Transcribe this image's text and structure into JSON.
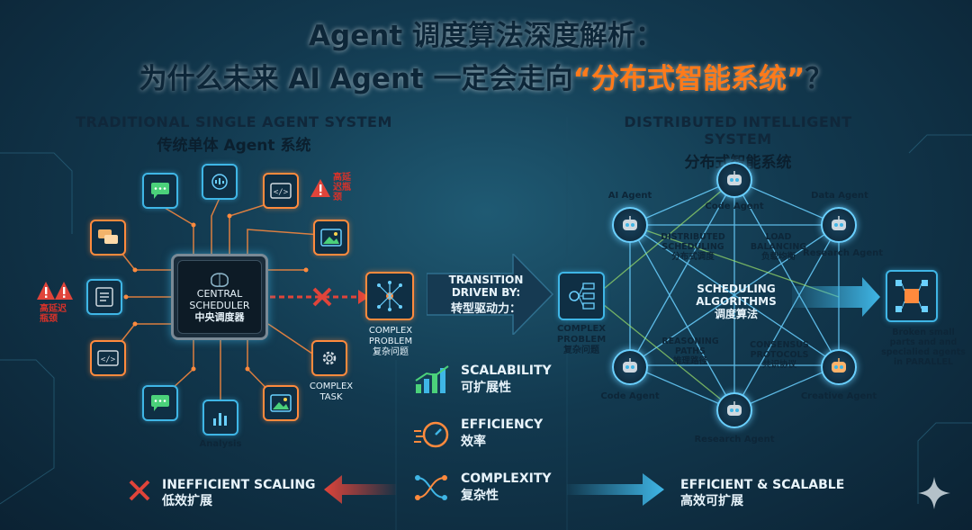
{
  "title": {
    "line1": "Agent 调度算法深度解析：",
    "line2_prefix": "为什么未来 AI Agent 一定会走向",
    "line2_highlight": "“分布式智能系统”",
    "line2_suffix": "？"
  },
  "left": {
    "head_en": "TRADITIONAL SINGLE AGENT SYSTEM",
    "head_zh": "传统单体 Agent 系统",
    "chip_line1": "CENTRAL",
    "chip_line2": "SCHEDULER",
    "chip_line3": "中央调度器",
    "warn_top": "高延迟瓶颈",
    "warn_left": "高延迟瓶颈",
    "analysis_label": "Analysis",
    "complex_problem_en": "COMPLEX PROBLEM",
    "complex_problem_zh": "复杂问题",
    "complex_task": "COMPLEX TASK"
  },
  "transition": {
    "line1": "TRANSITION",
    "line2": "DRIVEN BY:",
    "line3": "转型驱动力："
  },
  "metrics": [
    {
      "en": "SCALABILITY",
      "zh": "可扩展性",
      "icon": "bar-chart-icon"
    },
    {
      "en": "EFFICIENCY",
      "zh": "效率",
      "icon": "stopwatch-icon"
    },
    {
      "en": "COMPLEXITY",
      "zh": "复杂性",
      "icon": "network-icon"
    }
  ],
  "right": {
    "head_en": "DISTRIBUTED INTELLIGENT SYSTEM",
    "head_zh": "分布式智能系统",
    "complex_problem_en": "COMPLEX PROBLEM",
    "complex_problem_zh": "复杂问题",
    "agents": {
      "top": "Code Agent",
      "upper_left": "AI Agent",
      "upper_right_top": "Data Agent",
      "upper_right_bottom": "Research Agent",
      "lower_left": "Code Agent",
      "lower_right": "Creative Agent",
      "bottom": "Research Agent"
    },
    "labels": {
      "ds_en": "DISTRIBUTED SCHEDULING",
      "ds_zh": "分布式调度",
      "lb_en": "LOAD BALANCING",
      "lb_zh": "负载均衡",
      "sa_en": "SCHEDULING ALGORITHMS",
      "sa_zh": "调度算法",
      "rp_en": "REASONING PATHS",
      "rp_zh": "推理路径",
      "cp_en": "CONSENSUS PROTOCOLS",
      "cp_zh": "共识协议"
    },
    "output_label": "Broken small parts and and specialied agents in PARALLEL"
  },
  "bottom": {
    "left_en": "INEFFICIENT SCALING",
    "left_zh": "低效扩展",
    "right_en": "EFFICIENT & SCALABLE",
    "right_zh": "高效可扩展"
  },
  "colors": {
    "accent_blue": "#3fb6e6",
    "accent_orange": "#ff8a3d",
    "highlight": "#ff7a1a",
    "warn_red": "#d8322a"
  }
}
